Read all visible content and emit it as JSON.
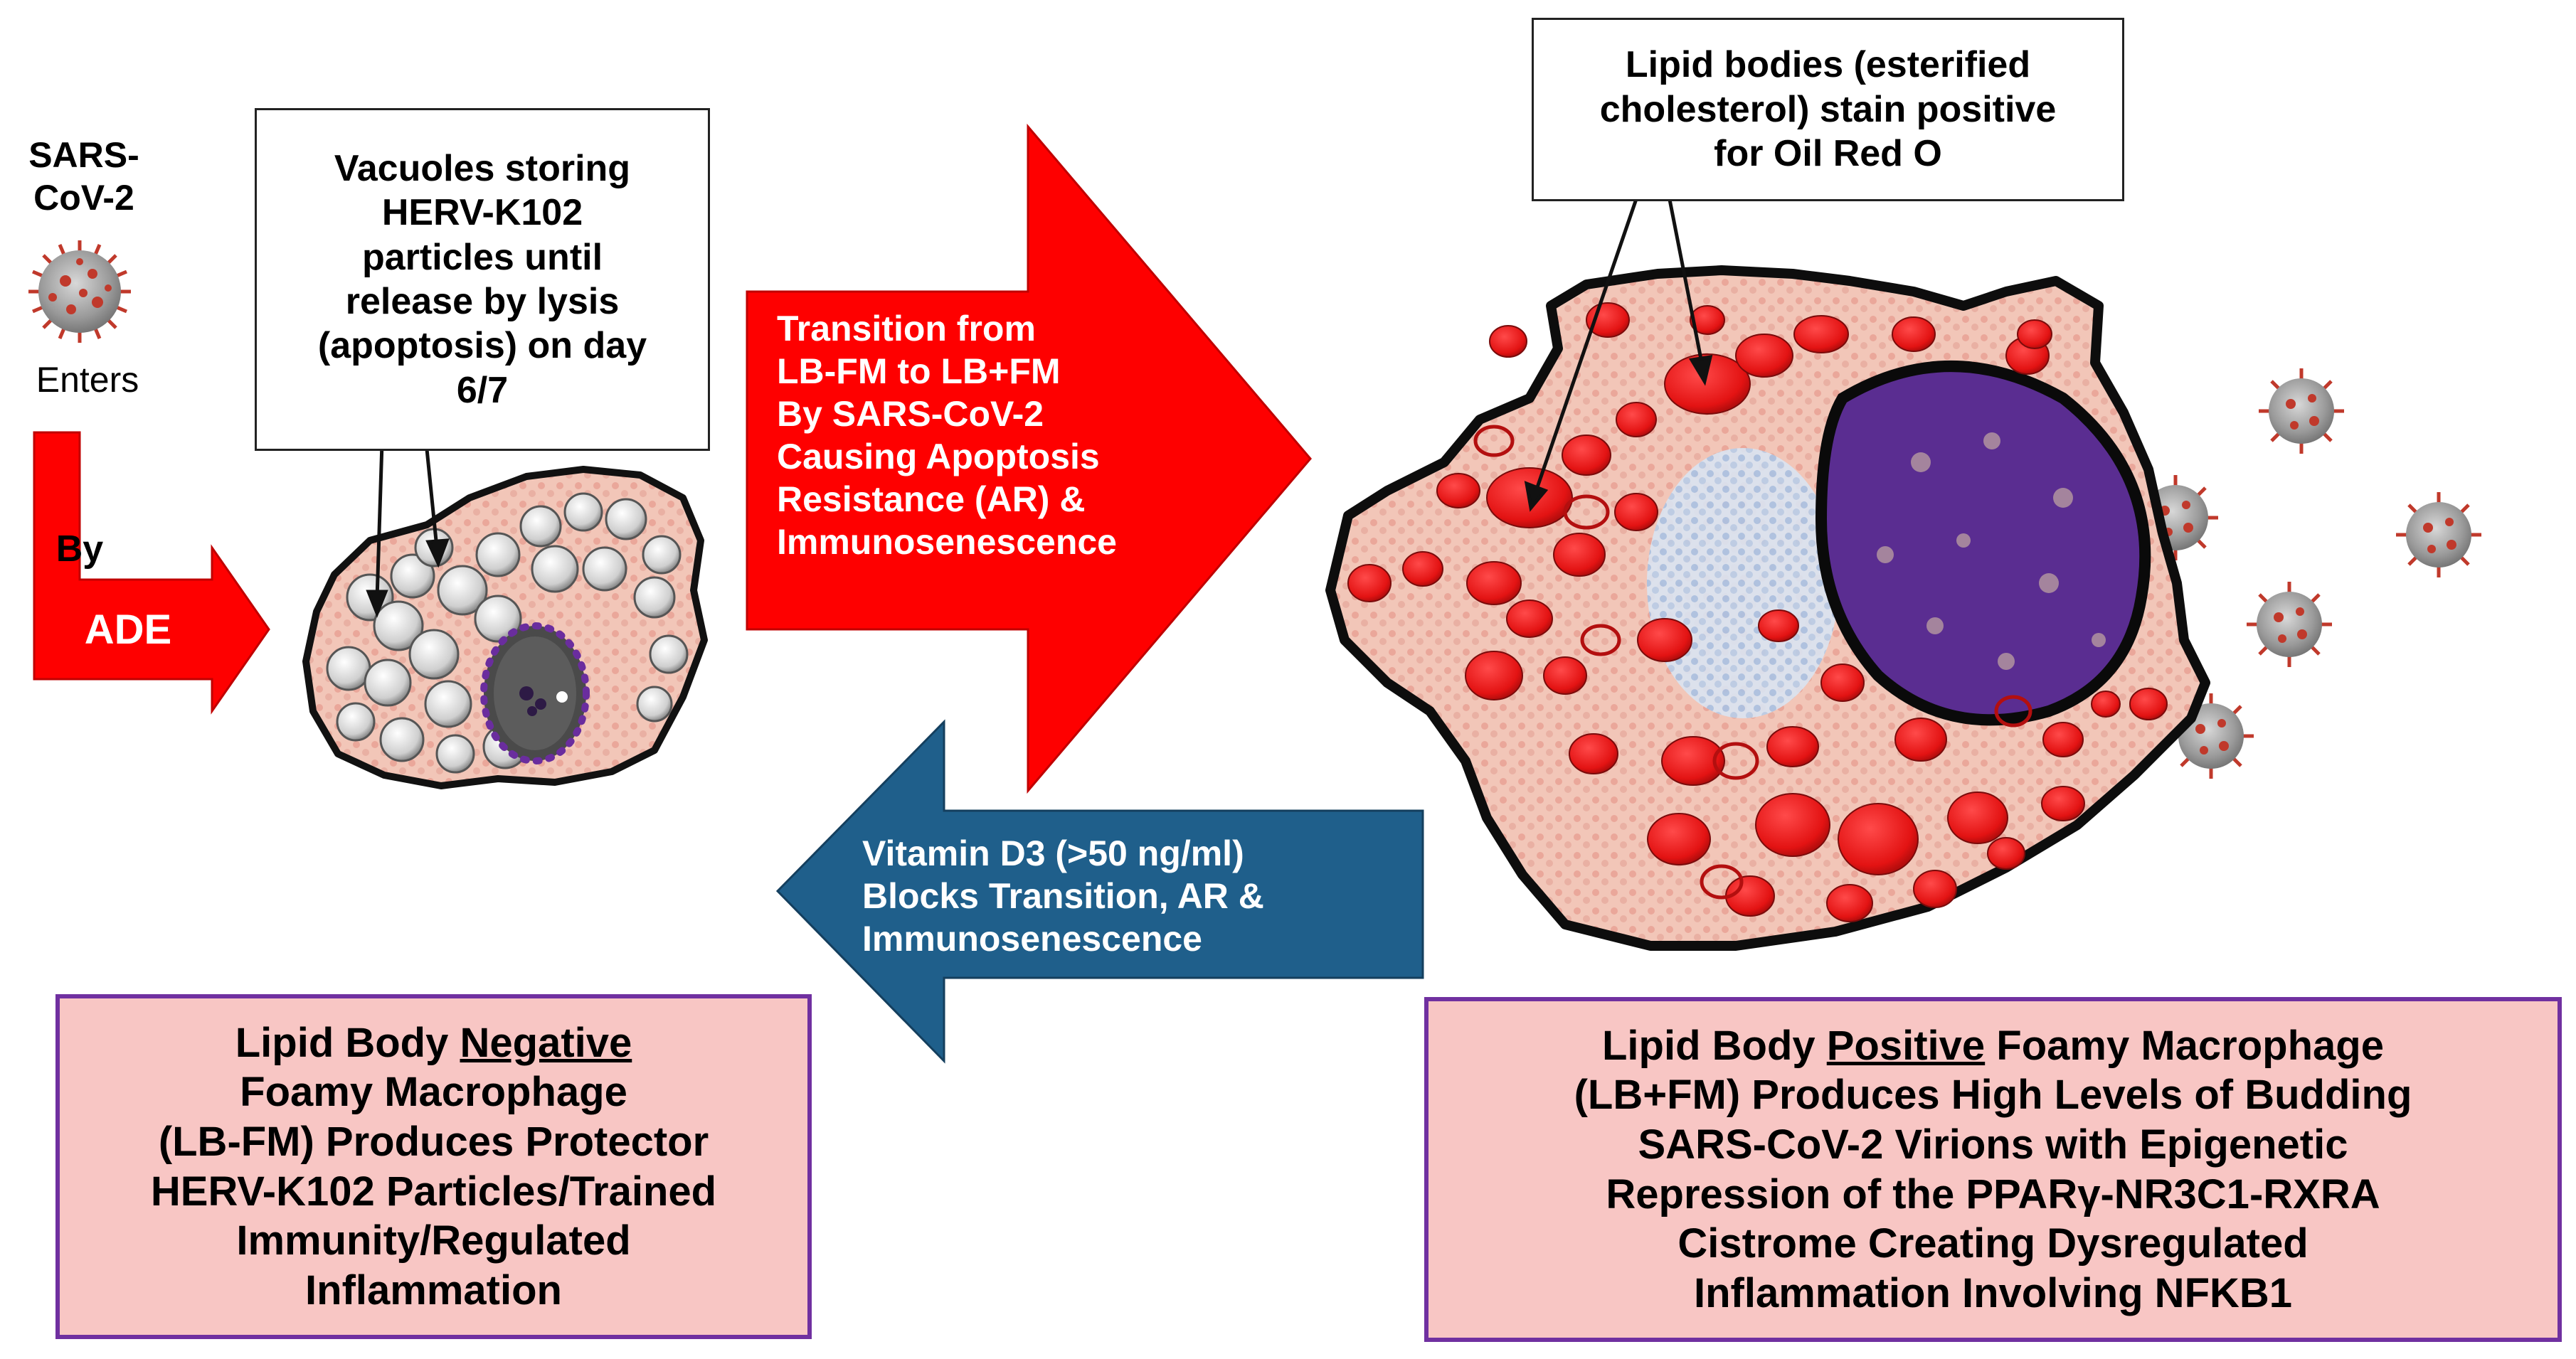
{
  "left_side": {
    "virus_label": [
      "SARS-",
      "CoV-2"
    ],
    "enters_label": "Enters",
    "by_label": "By",
    "ade_label": "ADE"
  },
  "vacuole_callout": [
    "Vacuoles storing",
    "HERV-K102",
    "particles until",
    "release by lysis",
    "(apoptosis) on day",
    "6/7"
  ],
  "lipid_callout": [
    "Lipid bodies (esterified",
    "cholesterol) stain positive",
    "for Oil Red O"
  ],
  "transition_arrow": [
    "Transition from",
    "LB-FM to LB+FM",
    "By SARS-CoV-2",
    "Causing Apoptosis",
    "Resistance (AR) &",
    "Immunosenescence"
  ],
  "vitamin_arrow": [
    "Vitamin D3 (>50 ng/ml)",
    "Blocks Transition, AR &",
    "Immunosenescence"
  ],
  "negative_box": {
    "line1_prefix": "Lipid Body ",
    "line1_emph": "Negative",
    "lines": [
      "Foamy Macrophage",
      "(LB-FM) Produces Protector",
      "HERV-K102 Particles/Trained",
      "Immunity/Regulated",
      "Inflammation"
    ]
  },
  "positive_box": {
    "line1_prefix": "Lipid Body ",
    "line1_emph": "Positive",
    "line1_suffix": " Foamy Macrophage",
    "lines": [
      "(LB+FM) Produces High Levels of Budding",
      "SARS-CoV-2 Virions with Epigenetic",
      "Repression of the PPARγ-NR3C1-RXRA",
      "Cistrome Creating Dysregulated",
      "Inflammation Involving NFKB1"
    ]
  },
  "colors": {
    "red_arrow": "#fe0000",
    "blue_arrow": "#1f5f8b",
    "box_fill": "#f8c6c4",
    "box_border": "#7030a0",
    "nucleus": "#5a2d91",
    "lipid_body": "#e8171c",
    "cytoplasm": "#f2c4b4"
  }
}
